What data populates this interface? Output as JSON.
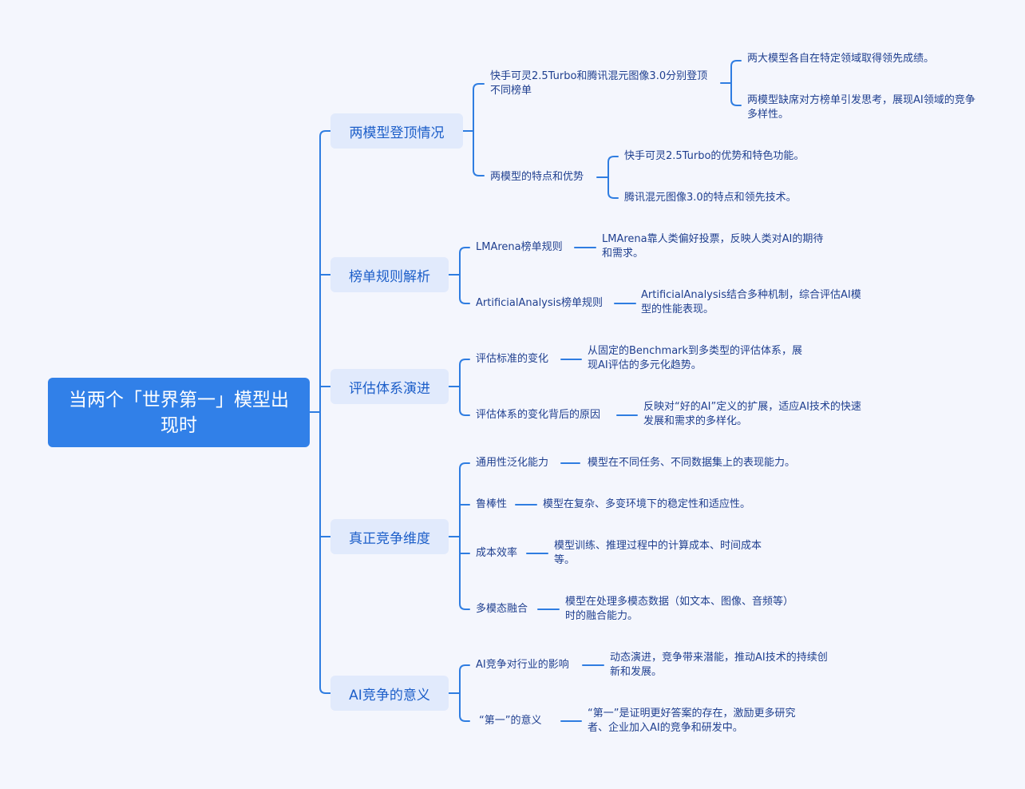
{
  "root": {
    "title": "当两个「世界第一」模型出现时"
  },
  "branches": [
    {
      "label": "两模型登顶情况",
      "children": [
        {
          "label": "快手可灵2.5Turbo和腾讯混元图像3.0分别登顶不同榜单",
          "leaves": [
            "两大模型各自在特定领域取得领先成绩。",
            "两模型缺席对方榜单引发思考，展现AI领域的竞争多样性。"
          ]
        },
        {
          "label": "两模型的特点和优势",
          "leaves": [
            "快手可灵2.5Turbo的优势和特色功能。",
            "腾讯混元图像3.0的特点和领先技术。"
          ]
        }
      ]
    },
    {
      "label": "榜单规则解析",
      "children": [
        {
          "label": "LMArena榜单规则",
          "leaves": [
            "LMArena靠人类偏好投票，反映人类对AI的期待和需求。"
          ]
        },
        {
          "label": "ArtificialAnalysis榜单规则",
          "leaves": [
            "ArtificialAnalysis结合多种机制，综合评估AI模型的性能表现。"
          ]
        }
      ]
    },
    {
      "label": "评估体系演进",
      "children": [
        {
          "label": "评估标准的变化",
          "leaves": [
            "从固定的Benchmark到多类型的评估体系，展现AI评估的多元化趋势。"
          ]
        },
        {
          "label": "评估体系的变化背后的原因",
          "leaves": [
            "反映对“好的AI”定义的扩展，适应AI技术的快速发展和需求的多样化。"
          ]
        }
      ]
    },
    {
      "label": "真正竞争维度",
      "children": [
        {
          "label": "通用性泛化能力",
          "leaves": [
            "模型在不同任务、不同数据集上的表现能力。"
          ]
        },
        {
          "label": "鲁棒性",
          "leaves": [
            "模型在复杂、多变环境下的稳定性和适应性。"
          ]
        },
        {
          "label": "成本效率",
          "leaves": [
            "模型训练、推理过程中的计算成本、时间成本等。"
          ]
        },
        {
          "label": "多模态融合",
          "leaves": [
            "模型在处理多模态数据（如文本、图像、音频等）时的融合能力。"
          ]
        }
      ]
    },
    {
      "label": "AI竞争的意义",
      "children": [
        {
          "label": "AI竞争对行业的影响",
          "leaves": [
            "动态演进，竞争带来潜能，推动AI技术的持续创新和发展。"
          ]
        },
        {
          "label": "“第一”的意义",
          "leaves": [
            "“第一”是证明更好答案的存在，激励更多研究者、企业加入AI的竞争和研发中。"
          ]
        }
      ]
    }
  ],
  "colors": {
    "line": "#2f7de1",
    "root_bg": "#3180e8",
    "branch_bg": "#e1eafc",
    "background": "#f4f6fd"
  }
}
